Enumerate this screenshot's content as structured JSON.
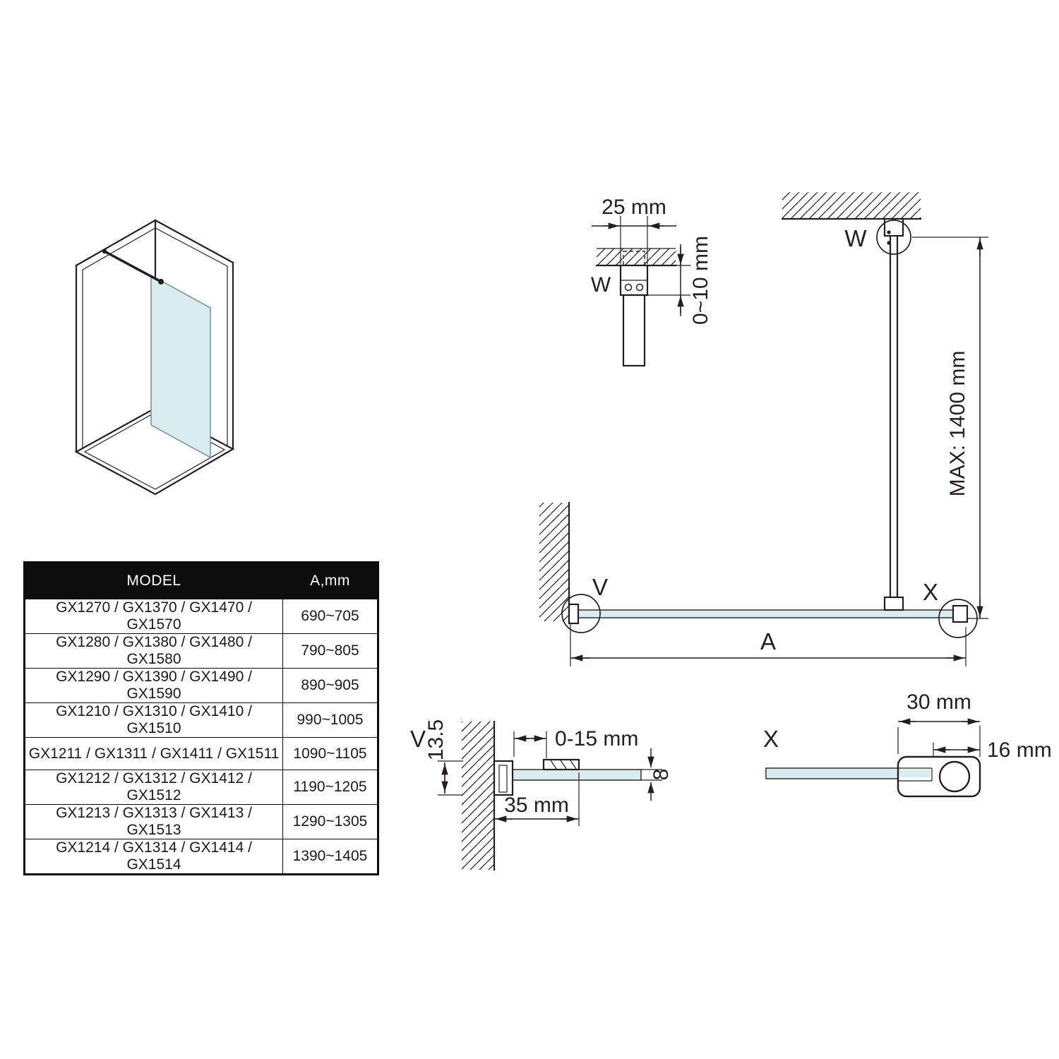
{
  "meta": {
    "background": "#ffffff",
    "line_color": "#231f20",
    "glass_color": "#d9edf1"
  },
  "table": {
    "header": {
      "model": "MODEL",
      "a": "A,mm"
    },
    "rows": [
      {
        "model": "GX1270 / GX1370 / GX1470 / GX1570",
        "a": "690~705"
      },
      {
        "model": "GX1280 / GX1380 / GX1480 / GX1580",
        "a": "790~805"
      },
      {
        "model": "GX1290 / GX1390 / GX1490 / GX1590",
        "a": "890~905"
      },
      {
        "model": "GX1210 / GX1310 / GX1410 / GX1510",
        "a": "990~1005"
      },
      {
        "model": "GX1211 / GX1311 / GX1411 / GX1511",
        "a": "1090~1105"
      },
      {
        "model": "GX1212 / GX1312 / GX1412 / GX1512",
        "a": "1190~1205"
      },
      {
        "model": "GX1213 / GX1313 / GX1413 / GX1513",
        "a": "1290~1305"
      },
      {
        "model": "GX1214 / GX1314 / GX1414 / GX1514",
        "a": "1390~1405"
      }
    ]
  },
  "details": {
    "w_section": {
      "label": "W",
      "bar_width": "25 mm",
      "ceiling_gap": "0~10 mm"
    },
    "elevation": {
      "label_w": "W",
      "label_v": "V",
      "label_x": "X",
      "max_height": "MAX: 1400 mm",
      "width_label": "A"
    },
    "v_section": {
      "label": "V",
      "wall_depth": "13.5",
      "adjust_range": "0-15 mm",
      "profile_width": "35 mm",
      "glass_thickness": "8"
    },
    "x_section": {
      "label": "X",
      "width": "30 mm",
      "depth": "16 mm"
    }
  }
}
